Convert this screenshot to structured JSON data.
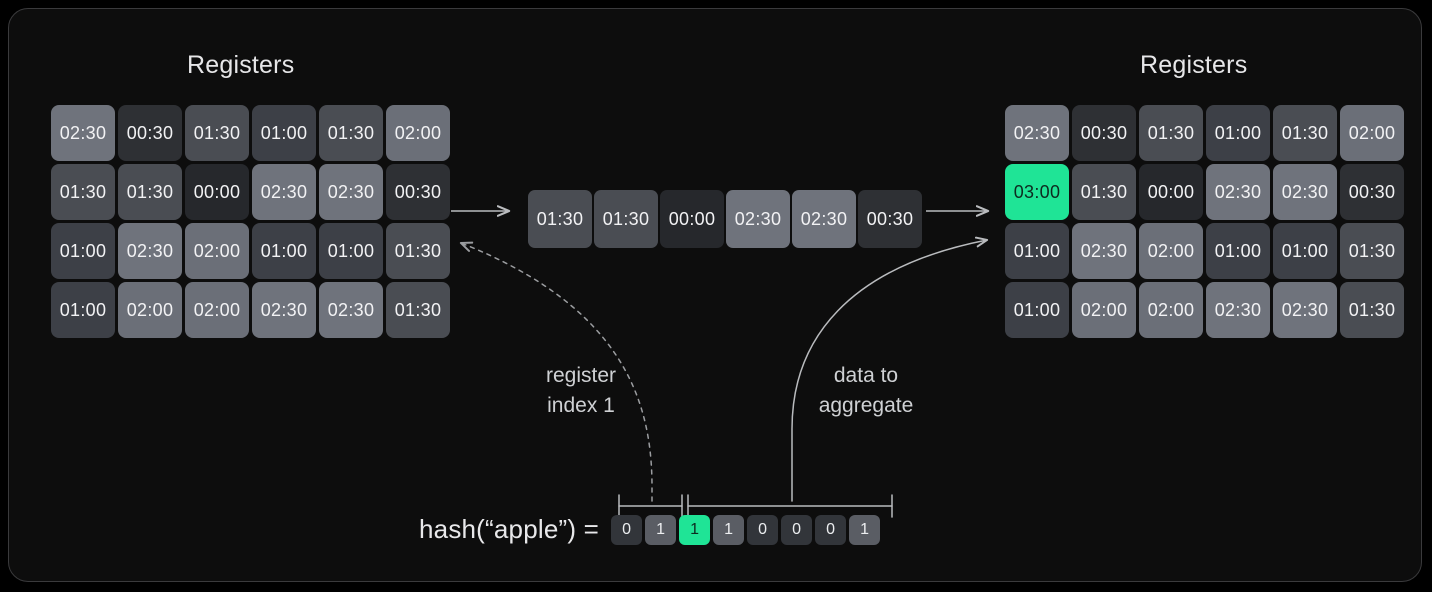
{
  "diagram": {
    "title_left": "Registers",
    "title_right": "Registers",
    "caption_register_index": "register\nindex 1",
    "caption_register_index_line1": "register",
    "caption_register_index_line2": "index 1",
    "caption_data_aggregate_line1": "data to",
    "caption_data_aggregate_line2": "aggregate",
    "hash_label": "hash(“apple”) ="
  },
  "colors": {
    "background": "#0d0d0d",
    "frame_border": "#3a3a3c",
    "accent_green": "#1fe496",
    "accent_green_text": "#0d2b20",
    "text_primary": "#f2f2f4",
    "text_secondary": "#cfd1d4",
    "arrow": "#b9bbbe",
    "value_00_00": "#26282c",
    "value_00_30": "#2e3034",
    "value_01_00": "#3d4047",
    "value_01_30": "#4a4d53",
    "value_02_00": "#6b6f78",
    "value_02_30": "#6f737c"
  },
  "left_registers": {
    "label": "Registers",
    "rows": [
      [
        "02:30",
        "00:30",
        "01:30",
        "01:00",
        "01:30",
        "02:00"
      ],
      [
        "01:30",
        "01:30",
        "00:00",
        "02:30",
        "02:30",
        "00:30"
      ],
      [
        "01:00",
        "02:30",
        "02:00",
        "01:00",
        "01:00",
        "01:30"
      ],
      [
        "01:00",
        "02:00",
        "02:00",
        "02:30",
        "02:30",
        "01:30"
      ]
    ],
    "highlight": null
  },
  "center_registers": {
    "values": [
      "01:30",
      "01:30",
      "00:00",
      "02:30",
      "02:30",
      "00:30"
    ]
  },
  "right_registers": {
    "label": "Registers",
    "rows": [
      [
        "02:30",
        "00:30",
        "01:30",
        "01:00",
        "01:30",
        "02:00"
      ],
      [
        "03:00",
        "01:30",
        "00:00",
        "02:30",
        "02:30",
        "00:30"
      ],
      [
        "01:00",
        "02:30",
        "02:00",
        "01:00",
        "01:00",
        "01:30"
      ],
      [
        "01:00",
        "02:00",
        "02:00",
        "02:30",
        "02:30",
        "01:30"
      ]
    ],
    "highlight": {
      "row": 1,
      "col": 0,
      "value": "03:00"
    }
  },
  "hash": {
    "label": "hash(“apple”) =",
    "input": "apple",
    "bits": [
      "0",
      "1",
      "1",
      "1",
      "0",
      "0",
      "0",
      "1"
    ],
    "highlight_index": 2,
    "index_bits_span": [
      0,
      1
    ],
    "data_bits_span": [
      2,
      7
    ]
  },
  "arrows": {
    "left_to_center": "solid-right-arrow",
    "center_to_right": "solid-right-arrow",
    "register_index": "dashed-curve-arrow",
    "data_to_aggregate": "solid-curve-arrow"
  }
}
